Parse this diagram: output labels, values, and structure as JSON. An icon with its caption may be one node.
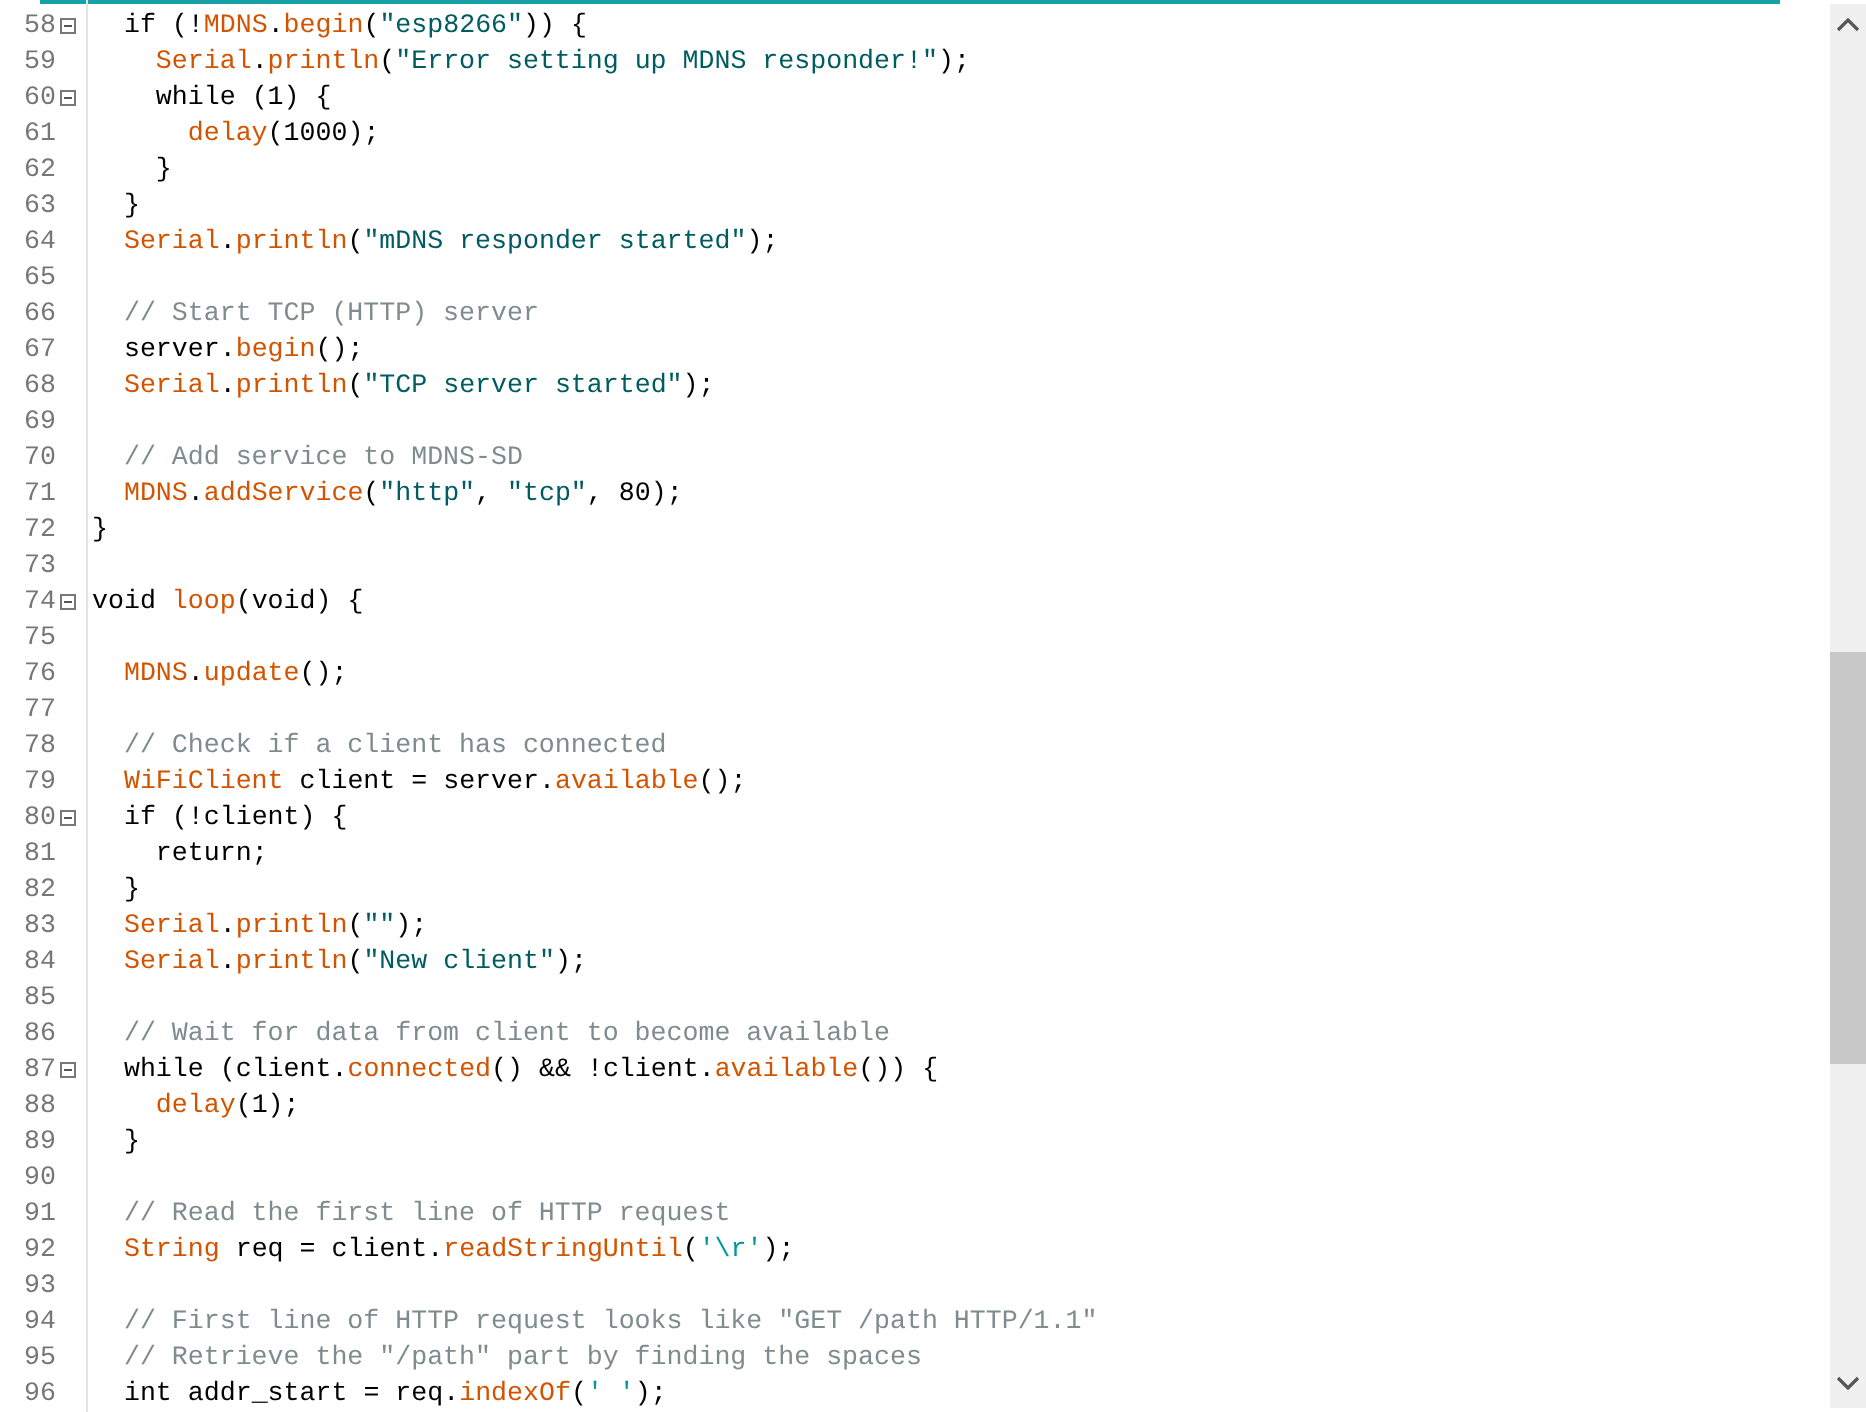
{
  "diagram": {
    "labels": [
      "58",
      "  if (!MDNS.begin(\"esp8266\")) {",
      "59",
      "    Serial.println(\"Error setting up MDNS responder!\");",
      "60",
      "    while (1) {",
      "61",
      "      delay(1000);",
      "62",
      "    }",
      "63",
      "  }",
      "64",
      "  Serial.println(\"mDNS responder started\");",
      "65",
      "66",
      "  // Start TCP (HTTP) server",
      "67",
      "  server.begin();",
      "68",
      "  Serial.println(\"TCP server started\");",
      "69",
      "70",
      "  // Add service to MDNS-SD",
      "71",
      "  MDNS.addService(\"http\", \"tcp\", 80);",
      "72",
      "}",
      "73",
      "74",
      "void loop(void) {",
      "75",
      "76",
      "  MDNS.update();",
      "77",
      "78",
      "  // Check if a client has connected",
      "79",
      "  WiFiClient client = server.available();",
      "80",
      "  if (!client) {",
      "81",
      "    return;",
      "82",
      "  }",
      "83",
      "  Serial.println(\"\");",
      "84",
      "  Serial.println(\"New client\");",
      "85",
      "86",
      "  // Wait for data from client to become available",
      "87",
      "  while (client.connected() && !client.available()) {",
      "88",
      "    delay(1);",
      "89",
      "  }",
      "90",
      "91",
      "  // Read the first line of HTTP request",
      "92",
      "  String req = client.readStringUntil('\\r');",
      "93",
      "94",
      "  // First line of HTTP request looks like \"GET /path HTTP/1.1\"",
      "95",
      "  // Retrieve the \"/path\" part by finding the spaces",
      "96",
      "  int addr_start = req.indexOf(' ');"
    ]
  }
}
